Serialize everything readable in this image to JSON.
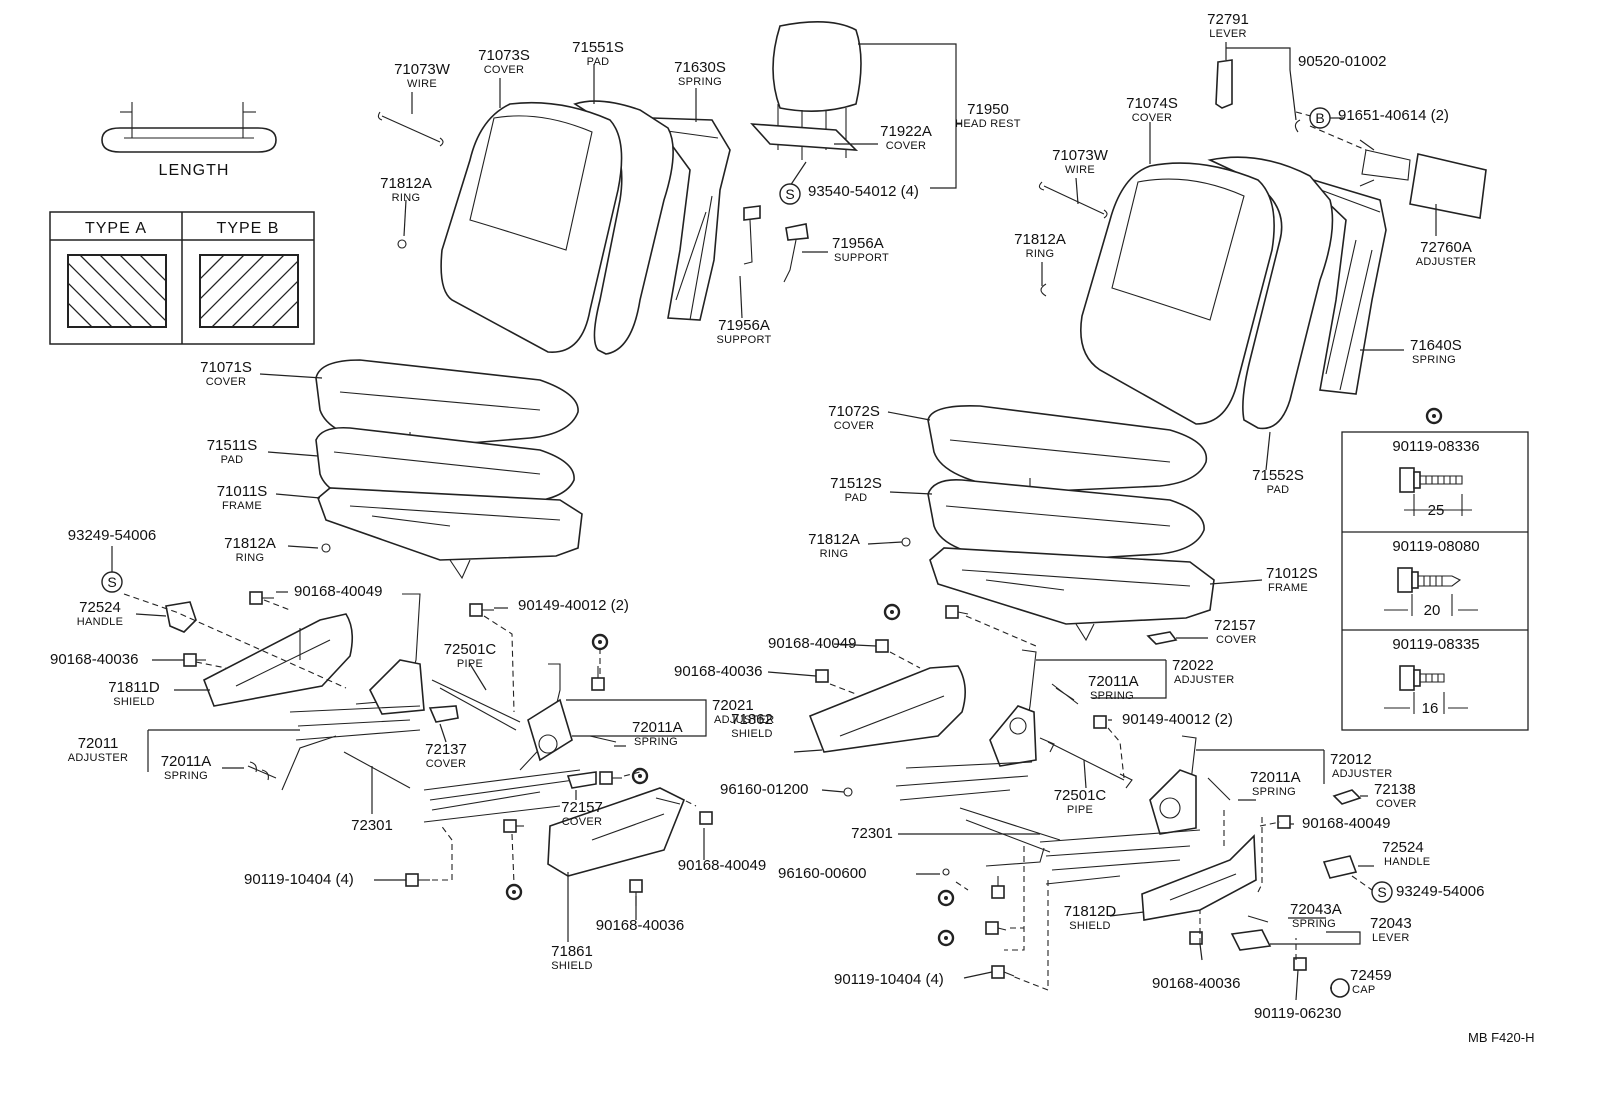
{
  "legend": {
    "length_label": "LENGTH",
    "type_a": "TYPE A",
    "type_b": "TYPE B"
  },
  "footer_code": "MB  F420-H",
  "symbols": {
    "s": "S",
    "b": "B"
  },
  "callouts": [
    {
      "id": "c01",
      "num": "71073W",
      "name": "WIRE"
    },
    {
      "id": "c02",
      "num": "71073S",
      "name": "COVER"
    },
    {
      "id": "c03",
      "num": "71551S",
      "name": "PAD"
    },
    {
      "id": "c04",
      "num": "71630S",
      "name": "SPRING"
    },
    {
      "id": "c05",
      "num": "71812A",
      "name": "RING"
    },
    {
      "id": "c06",
      "num": "71950",
      "name": "HEAD REST"
    },
    {
      "id": "c07",
      "num": "71922A",
      "name": "COVER"
    },
    {
      "id": "c08",
      "num": "93540-54012 (4)",
      "name": ""
    },
    {
      "id": "c09",
      "num": "71956A",
      "name": "SUPPORT"
    },
    {
      "id": "c10",
      "num": "71956A",
      "name": "SUPPORT"
    },
    {
      "id": "c11",
      "num": "71071S",
      "name": "COVER"
    },
    {
      "id": "c12",
      "num": "71511S",
      "name": "PAD"
    },
    {
      "id": "c13",
      "num": "71011S",
      "name": "FRAME"
    },
    {
      "id": "c14",
      "num": "71812A",
      "name": "RING"
    },
    {
      "id": "c15",
      "num": "93249-54006",
      "name": ""
    },
    {
      "id": "c16",
      "num": "72524",
      "name": "HANDLE"
    },
    {
      "id": "c17",
      "num": "90168-40049",
      "name": ""
    },
    {
      "id": "c18",
      "num": "90149-40012 (2)",
      "name": ""
    },
    {
      "id": "c19",
      "num": "90168-40036",
      "name": ""
    },
    {
      "id": "c20",
      "num": "71811D",
      "name": "SHIELD"
    },
    {
      "id": "c21",
      "num": "72501C",
      "name": "PIPE"
    },
    {
      "id": "c22",
      "num": "72021",
      "name": "ADJUSTER"
    },
    {
      "id": "c23",
      "num": "72011A",
      "name": "SPRING"
    },
    {
      "id": "c24",
      "num": "72011",
      "name": "ADJUSTER"
    },
    {
      "id": "c25",
      "num": "72137",
      "name": "COVER"
    },
    {
      "id": "c26",
      "num": "72011A",
      "name": "SPRING"
    },
    {
      "id": "c27",
      "num": "72157",
      "name": "COVER"
    },
    {
      "id": "c28",
      "num": "72301",
      "name": ""
    },
    {
      "id": "c29",
      "num": "90168-40049",
      "name": ""
    },
    {
      "id": "c30",
      "num": "90119-10404 (4)",
      "name": ""
    },
    {
      "id": "c31",
      "num": "90168-40036",
      "name": ""
    },
    {
      "id": "c32",
      "num": "71861",
      "name": "SHIELD"
    },
    {
      "id": "c33",
      "num": "72791",
      "name": "LEVER"
    },
    {
      "id": "c34",
      "num": "90520-01002",
      "name": ""
    },
    {
      "id": "c35",
      "num": "91651-40614 (2)",
      "name": ""
    },
    {
      "id": "c36",
      "num": "71074S",
      "name": "COVER"
    },
    {
      "id": "c37",
      "num": "71073W",
      "name": "WIRE"
    },
    {
      "id": "c38",
      "num": "72760A",
      "name": "ADJUSTER"
    },
    {
      "id": "c39",
      "num": "71812A",
      "name": "RING"
    },
    {
      "id": "c40",
      "num": "71640S",
      "name": "SPRING"
    },
    {
      "id": "c41",
      "num": "71072S",
      "name": "COVER"
    },
    {
      "id": "c42",
      "num": "71552S",
      "name": "PAD"
    },
    {
      "id": "c43",
      "num": "71512S",
      "name": "PAD"
    },
    {
      "id": "c44",
      "num": "71812A",
      "name": "RING"
    },
    {
      "id": "c45",
      "num": "71012S",
      "name": "FRAME"
    },
    {
      "id": "c46",
      "num": "72157",
      "name": "COVER"
    },
    {
      "id": "c47",
      "num": "90168-40049",
      "name": ""
    },
    {
      "id": "c48",
      "num": "72022",
      "name": "ADJUSTER"
    },
    {
      "id": "c49",
      "num": "90168-40036",
      "name": ""
    },
    {
      "id": "c50",
      "num": "72011A",
      "name": "SPRING"
    },
    {
      "id": "c51",
      "num": "90149-40012 (2)",
      "name": ""
    },
    {
      "id": "c52",
      "num": "71862",
      "name": "SHIELD"
    },
    {
      "id": "c53",
      "num": "96160-01200",
      "name": ""
    },
    {
      "id": "c54",
      "num": "72501C",
      "name": "PIPE"
    },
    {
      "id": "c55",
      "num": "72012",
      "name": "ADJUSTER"
    },
    {
      "id": "c56",
      "num": "72011A",
      "name": "SPRING"
    },
    {
      "id": "c57",
      "num": "72138",
      "name": "COVER"
    },
    {
      "id": "c58",
      "num": "72301",
      "name": ""
    },
    {
      "id": "c59",
      "num": "90168-40049",
      "name": ""
    },
    {
      "id": "c60",
      "num": "72524",
      "name": "HANDLE"
    },
    {
      "id": "c61",
      "num": "96160-00600",
      "name": ""
    },
    {
      "id": "c62",
      "num": "93249-54006",
      "name": ""
    },
    {
      "id": "c63",
      "num": "71812D",
      "name": "SHIELD"
    },
    {
      "id": "c64",
      "num": "72043A",
      "name": "SPRING"
    },
    {
      "id": "c65",
      "num": "72043",
      "name": "LEVER"
    },
    {
      "id": "c66",
      "num": "90168-40036",
      "name": ""
    },
    {
      "id": "c67",
      "num": "90119-10404 (4)",
      "name": ""
    },
    {
      "id": "c68",
      "num": "72459",
      "name": "CAP"
    },
    {
      "id": "c69",
      "num": "90119-06230",
      "name": ""
    }
  ],
  "bolt_table": [
    {
      "num": "90119-08336",
      "length": "25"
    },
    {
      "num": "90119-08080",
      "length": "20"
    },
    {
      "num": "90119-08335",
      "length": "16"
    }
  ]
}
